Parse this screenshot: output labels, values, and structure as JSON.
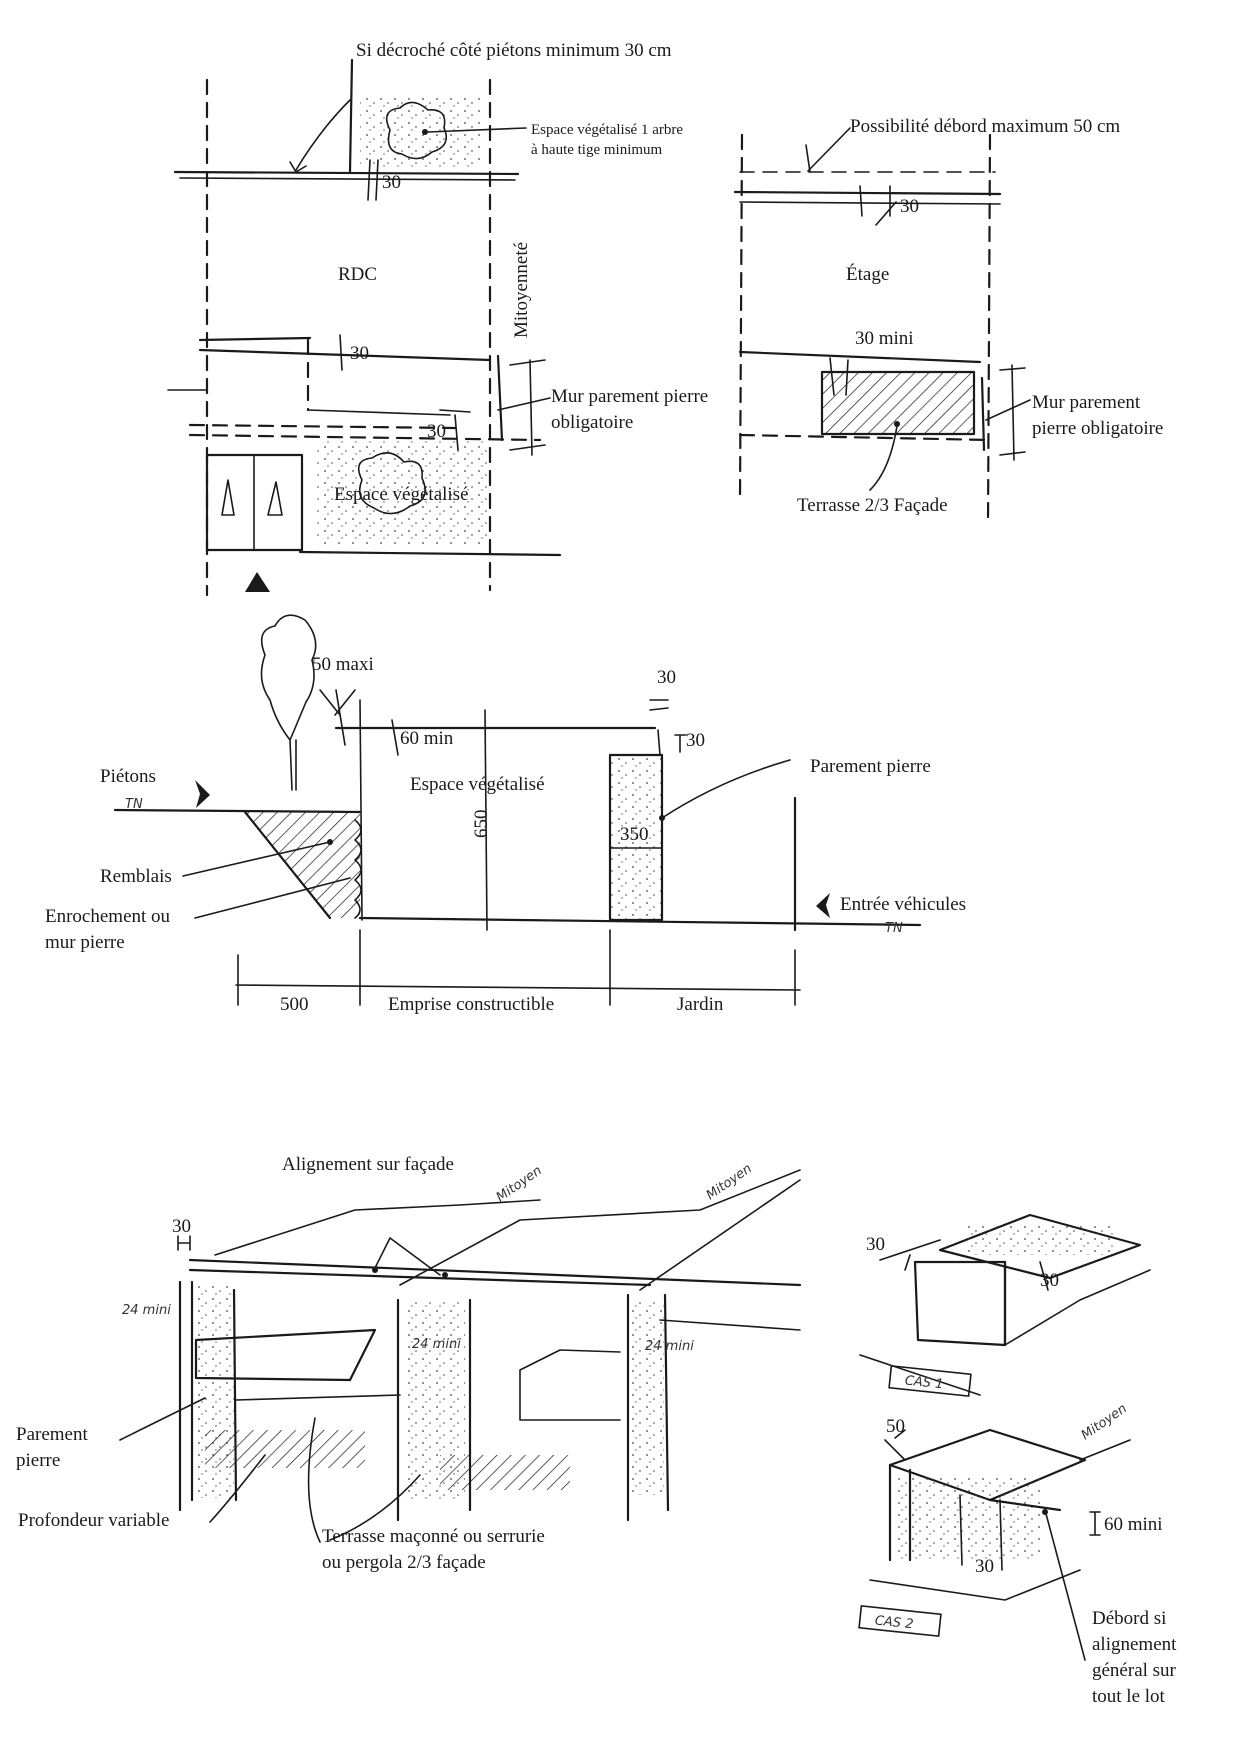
{
  "plan": {
    "rdc": {
      "title": "RDC",
      "decroche_note": "Si décroché côté piétons minimum 30 cm",
      "tree_note_line1": "Espace végétalisé 1 arbre",
      "tree_note_line2": "à haute tige minimum",
      "dim_top": "30",
      "dim_middle": "30",
      "dim_lower": "30",
      "mitoyennete": "Mitoyenneté",
      "mur_line1": "Mur parement pierre",
      "mur_line2": "obligatoire",
      "espace_vegetalise": "Espace végétalisé"
    },
    "etage": {
      "title": "Étage",
      "debord_note": "Possibilité débord maximum 50 cm",
      "dim_top": "30",
      "dim_mini": "30 mini",
      "mur_line1": "Mur parement",
      "mur_line2": "pierre obligatoire",
      "terrasse": "Terrasse 2/3 Façade"
    }
  },
  "section": {
    "dim_50_maxi": "50 maxi",
    "dim_60_min": "60 min",
    "dim_30_top": "30",
    "dim_30_right": "30",
    "pietons": "Piétons",
    "tn_left": "TN",
    "tn_right": "TN",
    "espace_vegetalise": "Espace végétalisé",
    "dim_650": "650",
    "dim_350": "350",
    "parement_pierre": "Parement pierre",
    "remblais": "Remblais",
    "enrochement_line1": "Enrochement ou",
    "enrochement_line2": "mur pierre",
    "entree_vehicules": "Entrée véhicules",
    "bottom_500": "500",
    "bottom_emprise": "Emprise constructible",
    "bottom_jardin": "Jardin"
  },
  "perspective": {
    "alignement": "Alignement sur façade",
    "mitoyen_1": "Mitoyen",
    "mitoyen_2": "Mitoyen",
    "dim_30": "30",
    "hand_24_1": "24 mini",
    "hand_24_2": "24 mini",
    "hand_24_3": "24 mini",
    "parement_line1": "Parement",
    "parement_line2": "pierre",
    "profondeur": "Profondeur variable",
    "terrasse_line1": "Terrasse maçonné ou serrurie",
    "terrasse_line2": "ou pergola 2/3 façade"
  },
  "cas1": {
    "label": "CAS 1",
    "dim_30_left": "30",
    "dim_30_right": "30"
  },
  "cas2": {
    "label": "CAS 2",
    "dim_50": "50",
    "mitoyen": "Mitoyen",
    "dim_60_mini": "60 mini",
    "dim_30": "30",
    "debord_line1": "Débord si",
    "debord_line2": "alignement",
    "debord_line3": "général sur",
    "debord_line4": "tout le lot"
  }
}
